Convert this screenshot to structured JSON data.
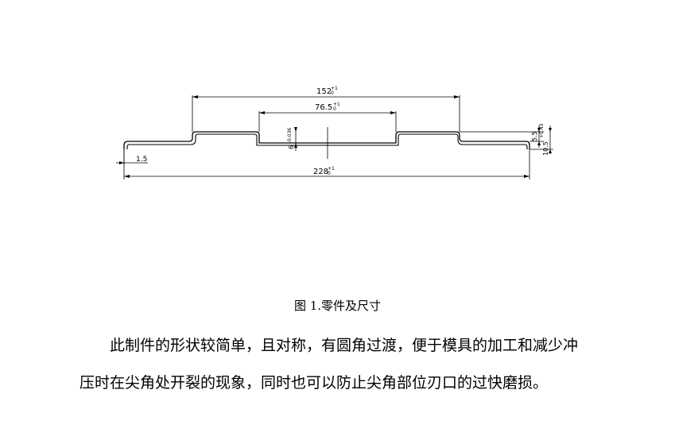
{
  "drawing": {
    "dim_top": "152",
    "dim_top_tol": "+1",
    "dim_top_tol_low": "0",
    "dim_mid": "76.5",
    "dim_mid_tol": "+1",
    "dim_mid_tol_low": "0",
    "dim_bottom": "228",
    "dim_bottom_tol": "+1",
    "dim_bottom_tol_low": "0",
    "dim_thickness": "1.5",
    "dim_height_vertical": "6",
    "dim_height_tol": "-0.036",
    "dim_step_right": "5.5",
    "dim_total_right": "10.5",
    "dim_total_tol": "+0.43",
    "dim_total_tol_low": "0"
  },
  "caption": "图 1.零件及尺寸",
  "paragraph": "此制件的形状较简单，且对称，有圆角过渡，便于模具的加工和减少冲压时在尖角处开裂的现象，同时也可以防止尖角部位刃口的过快磨损。"
}
